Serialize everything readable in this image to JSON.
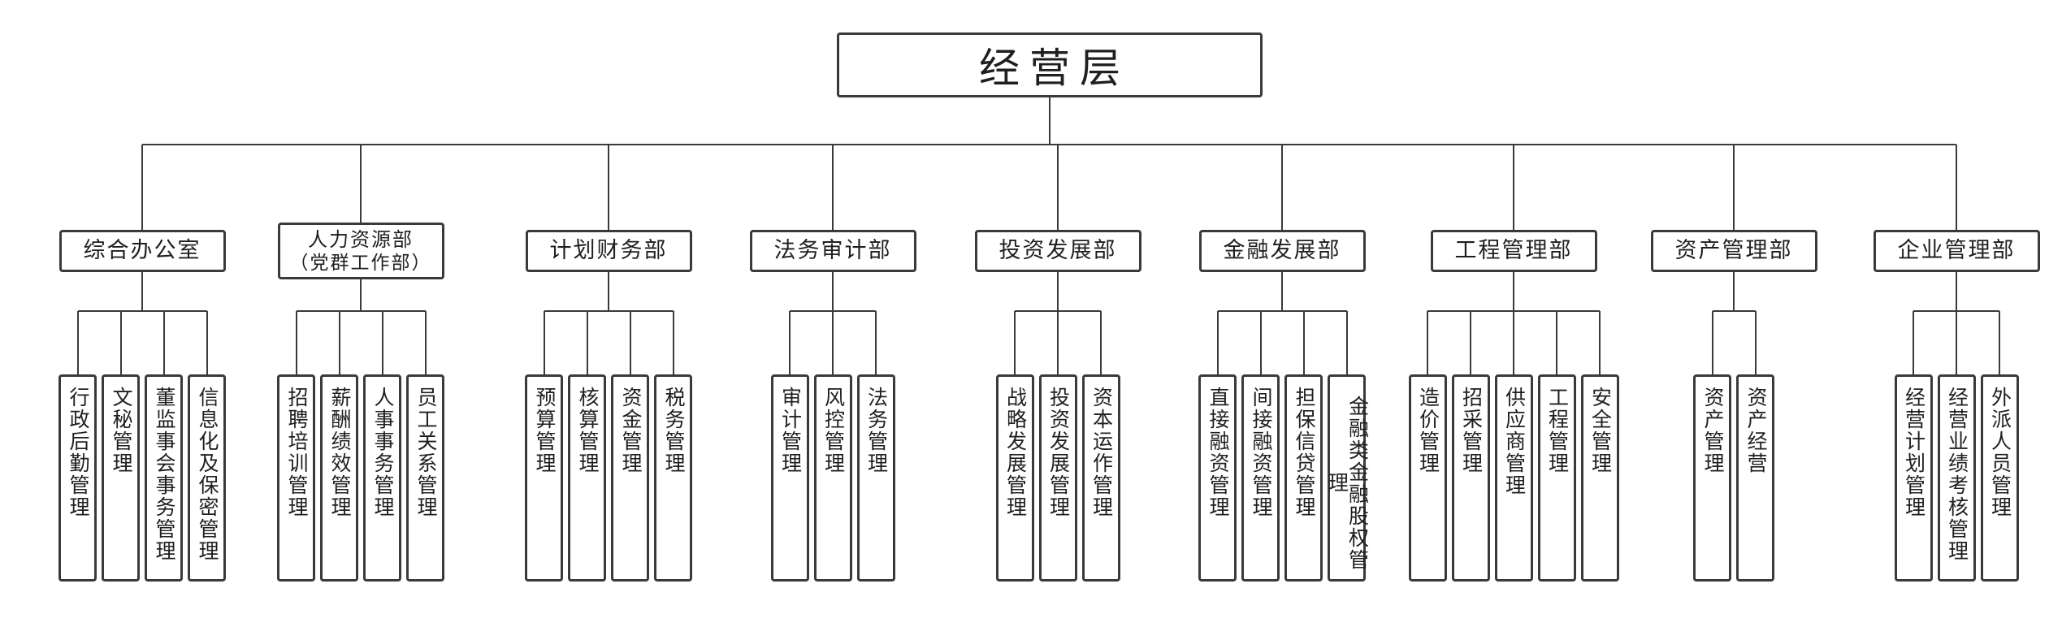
{
  "diagram_type": "org-chart",
  "colors": {
    "background": "#ffffff",
    "line": "#3a3a3a",
    "text": "#1f1f1f"
  },
  "chart": {
    "root": "经营层",
    "departments": [
      {
        "label": "综合办公室",
        "children": [
          "行政后勤管理",
          "文秘管理",
          "董监事会事务管理",
          "信息化及保密管理"
        ]
      },
      {
        "label": "人力资源部",
        "label2": "（党群工作部）",
        "children": [
          "招聘培训管理",
          "薪酬绩效管理",
          "人事事务管理",
          "员工关系管理"
        ]
      },
      {
        "label": "计划财务部",
        "children": [
          "预算管理",
          "核算管理",
          "资金管理",
          "税务管理"
        ]
      },
      {
        "label": "法务审计部",
        "children": [
          "审计管理",
          "风控管理",
          "法务管理"
        ]
      },
      {
        "label": "投资发展部",
        "children": [
          "战略发展管理",
          "投资发展管理",
          "资本运作管理"
        ]
      },
      {
        "label": "金融发展部",
        "children": [
          "直接融资管理",
          "间接融资管理",
          "担保信贷管理",
          "金融类金融股权管理"
        ]
      },
      {
        "label": "工程管理部",
        "children": [
          "造价管理",
          "招采管理",
          "供应商管理",
          "工程管理",
          "安全管理"
        ]
      },
      {
        "label": "资产管理部",
        "children": [
          "资产管理",
          "资产经营"
        ]
      },
      {
        "label": "企业管理部",
        "children": [
          "经营计划管理",
          "经营业绩考核管理",
          "外派人员管理"
        ]
      }
    ]
  }
}
